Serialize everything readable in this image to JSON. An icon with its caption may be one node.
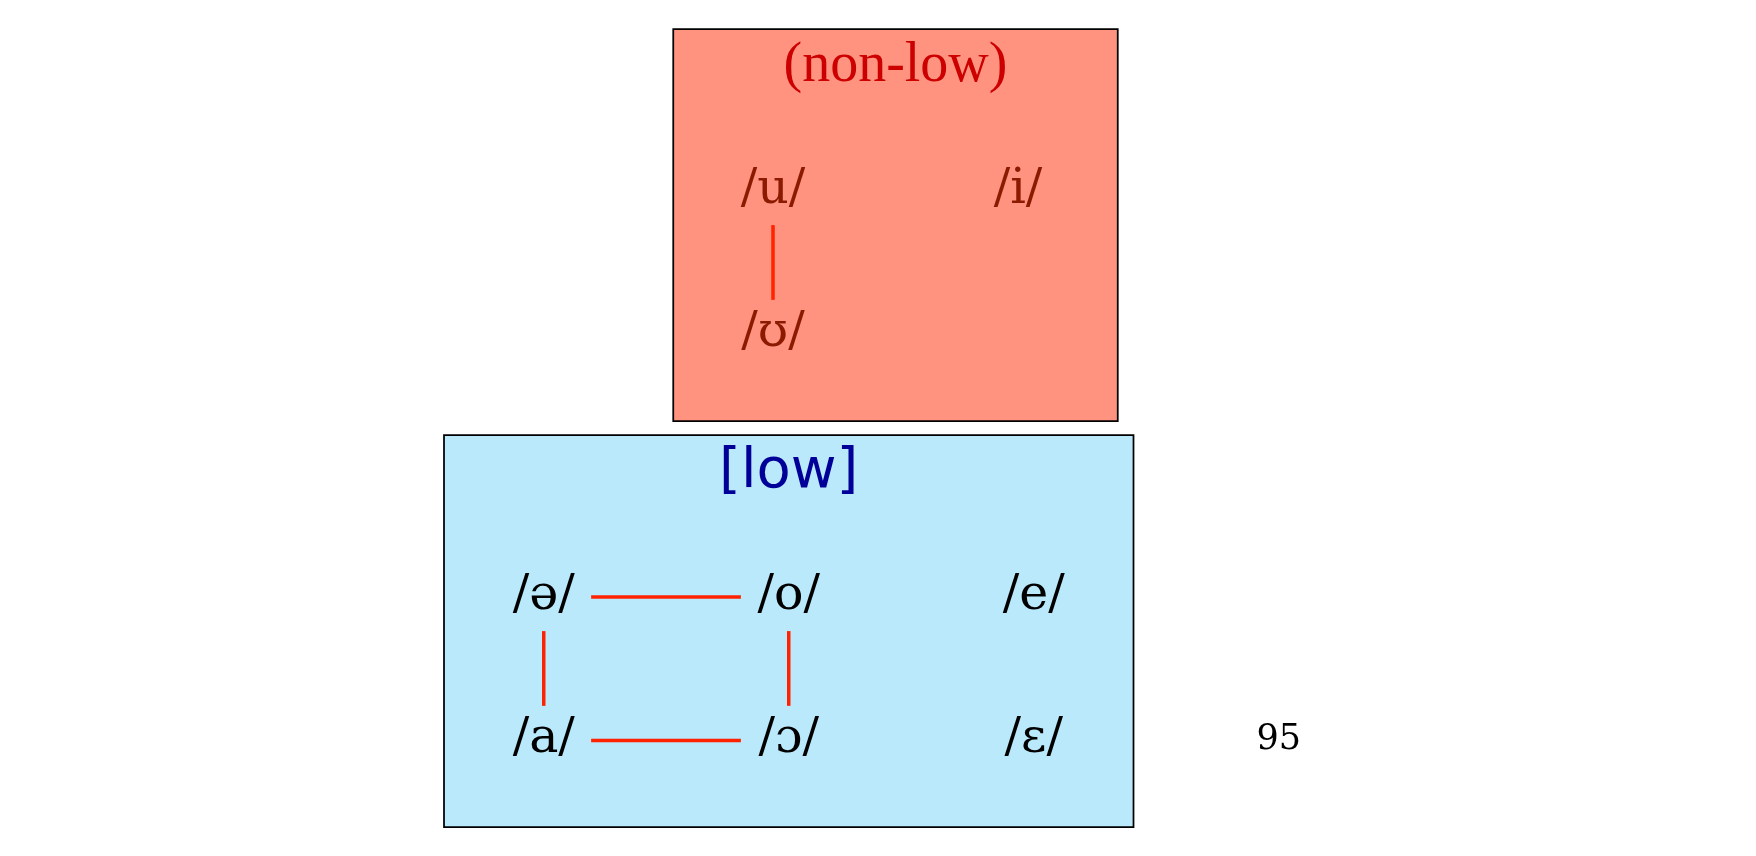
{
  "diagram": {
    "nodes": [
      {
        "text": [
          "(non-low)"
        ]
      },
      {
        "text": [
          "/i/"
        ],
        "in": 0
      },
      {
        "text": [
          "/u/"
        ],
        "in": 0
      },
      {
        "text": [
          "/ʊ/"
        ],
        "in": 0
      },
      {
        "text": [
          "[low]"
        ]
      },
      {
        "text": [
          "/e/"
        ],
        "in": 4
      },
      {
        "text": [
          "/ə/"
        ],
        "in": 4
      },
      {
        "text": [
          "/o/"
        ],
        "in": 4
      },
      {
        "text": [
          "/ɛ/"
        ],
        "in": 4
      },
      {
        "text": [
          "/ɔ/"
        ],
        "in": 4
      },
      {
        "text": [
          "/a/"
        ],
        "in": 4
      }
    ],
    "edges": [
      {
        "from": 2,
        "to": 3,
        "arrow": "none"
      },
      {
        "from": 6,
        "to": 7,
        "arrow": "none"
      },
      {
        "from": 7,
        "to": 9,
        "arrow": "none"
      },
      {
        "from": 6,
        "to": 10,
        "arrow": "none"
      },
      {
        "from": 10,
        "to": 9,
        "arrow": "none"
      }
    ],
    "labels": [
      "95"
    ]
  }
}
